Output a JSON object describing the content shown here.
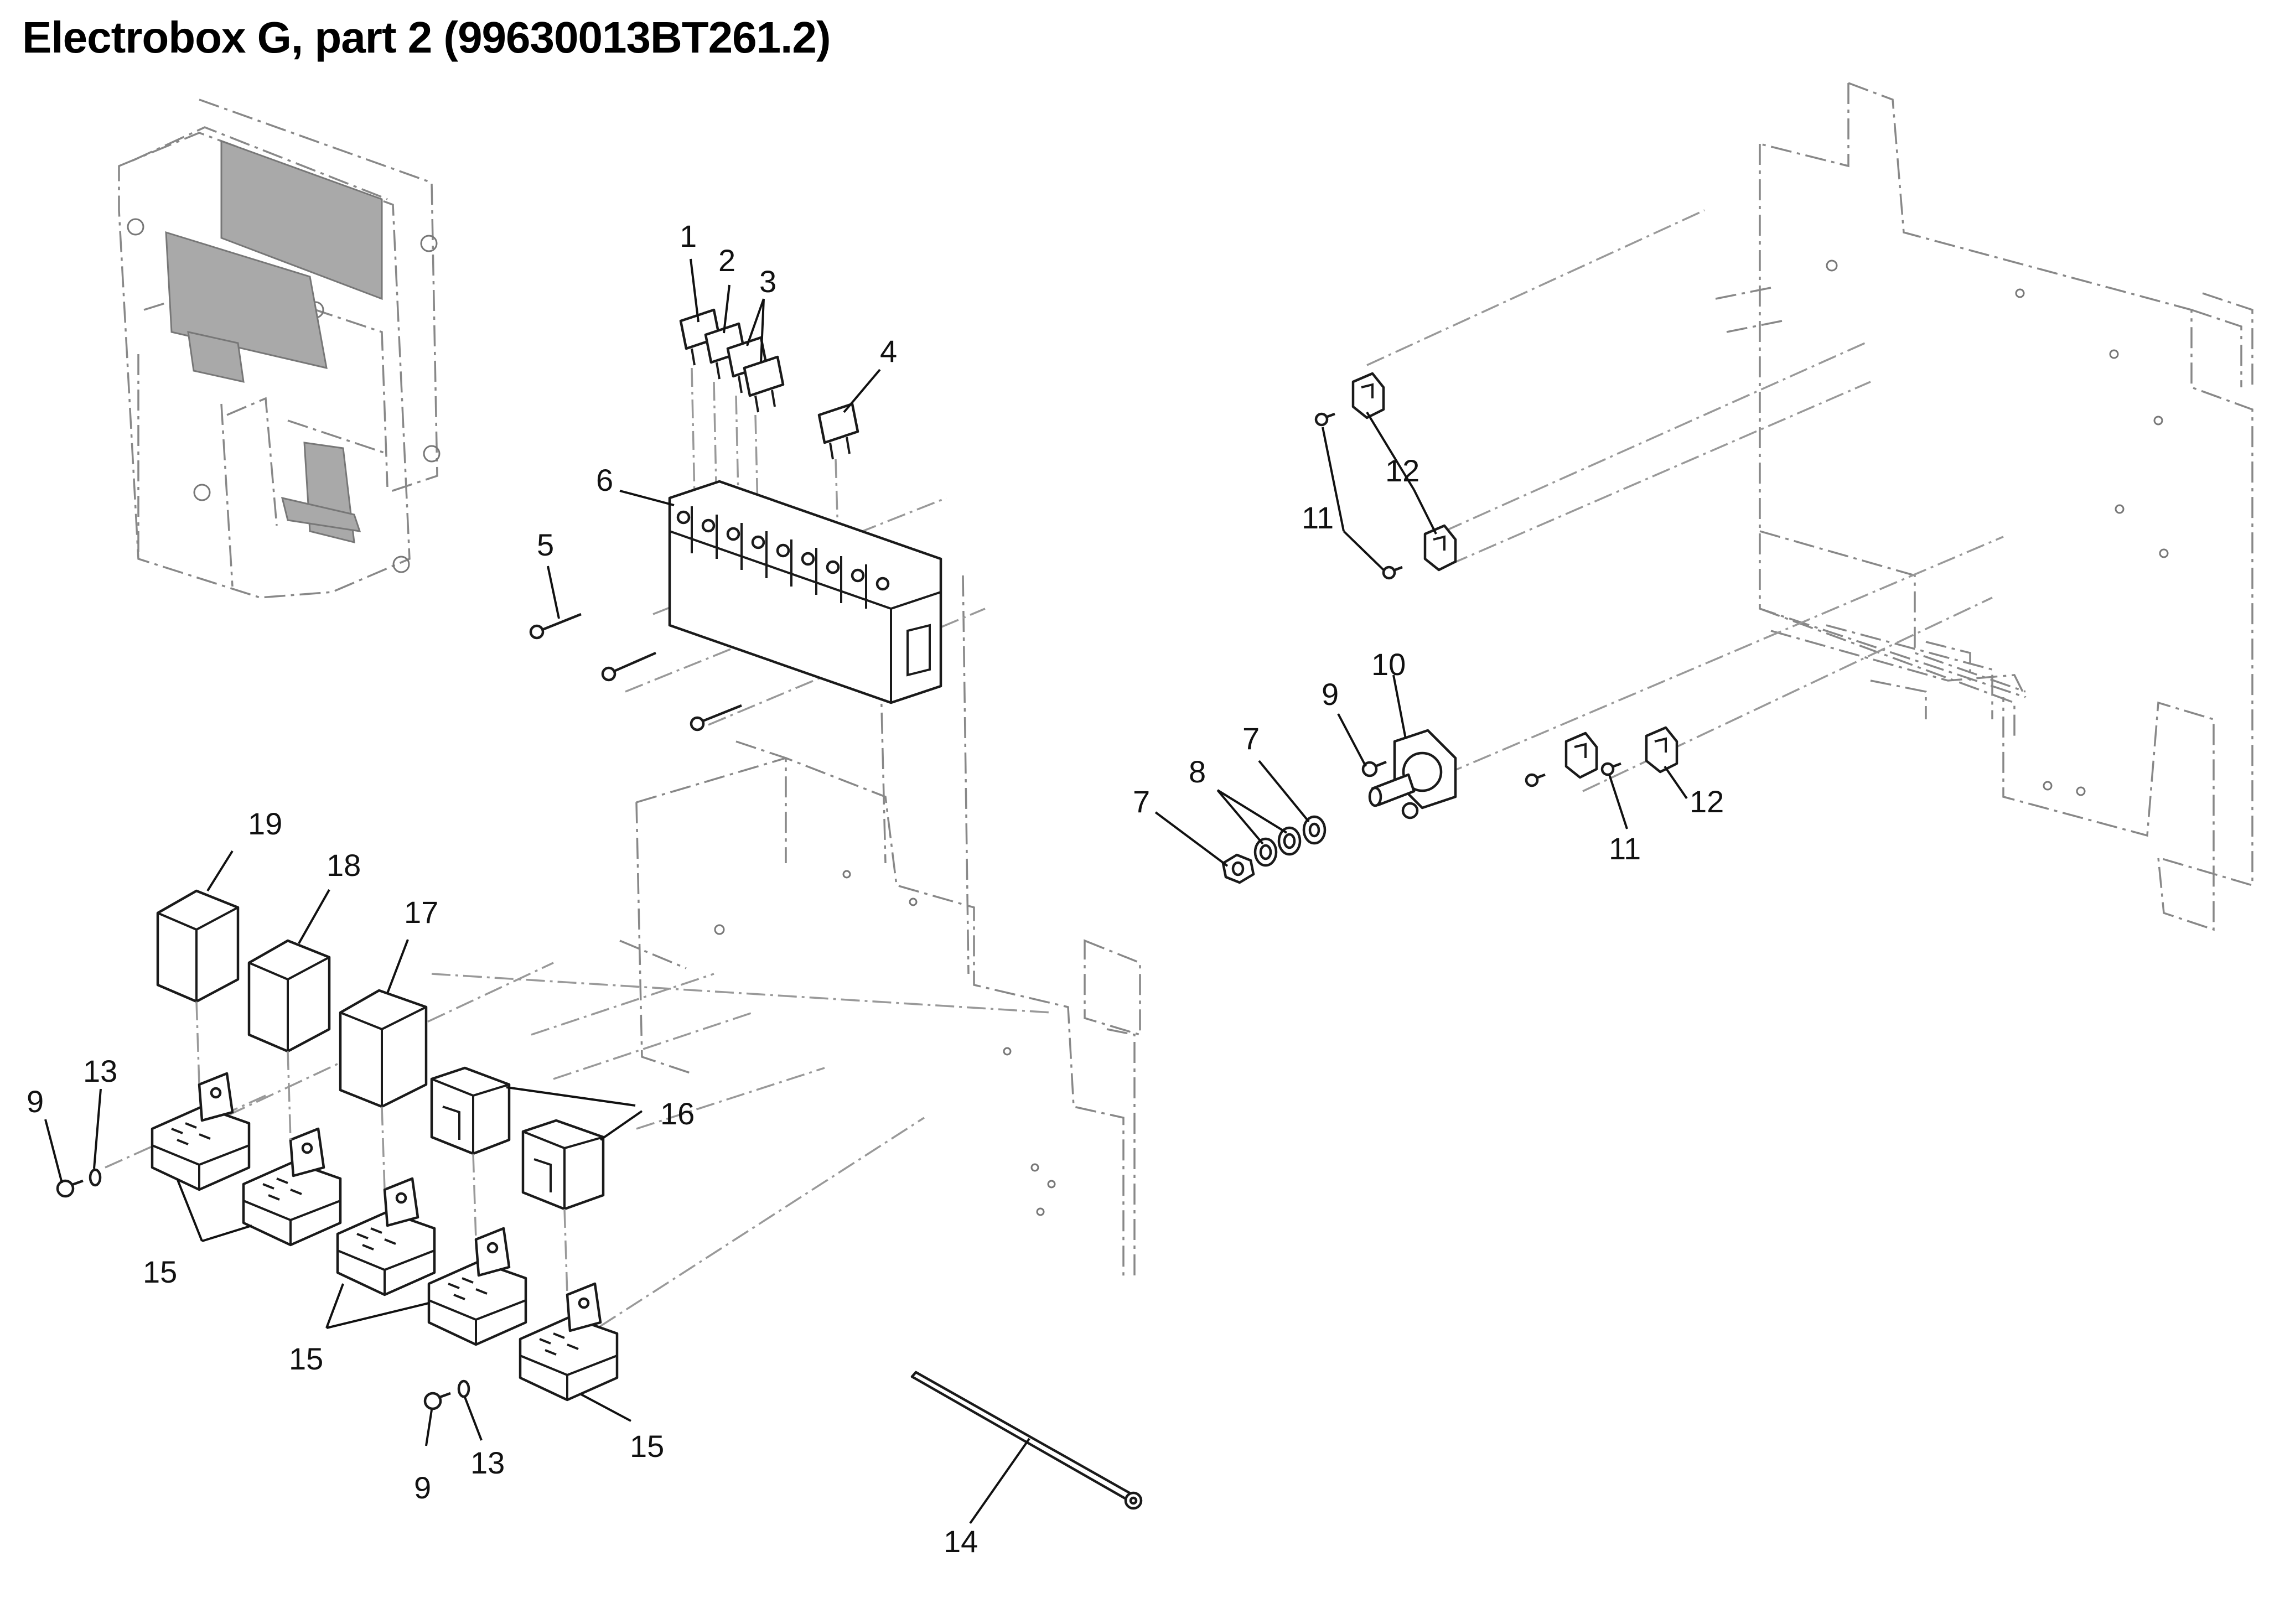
{
  "title": "Electrobox G, part 2 (99630013BT261.2)",
  "callouts": {
    "n1": "1",
    "n2": "2",
    "n3": "3",
    "n4": "4",
    "n5": "5",
    "n6": "6",
    "n7a": "7",
    "n7b": "7",
    "n8": "8",
    "n9a": "9",
    "n9b": "9",
    "n9c": "9",
    "n10": "10",
    "n11a": "11",
    "n11b": "11",
    "n12a": "12",
    "n12b": "12",
    "n13a": "13",
    "n13b": "13",
    "n14": "14",
    "n15a": "15",
    "n15b": "15",
    "n15c": "15",
    "n16": "16",
    "n17": "17",
    "n18": "18",
    "n19": "19"
  }
}
